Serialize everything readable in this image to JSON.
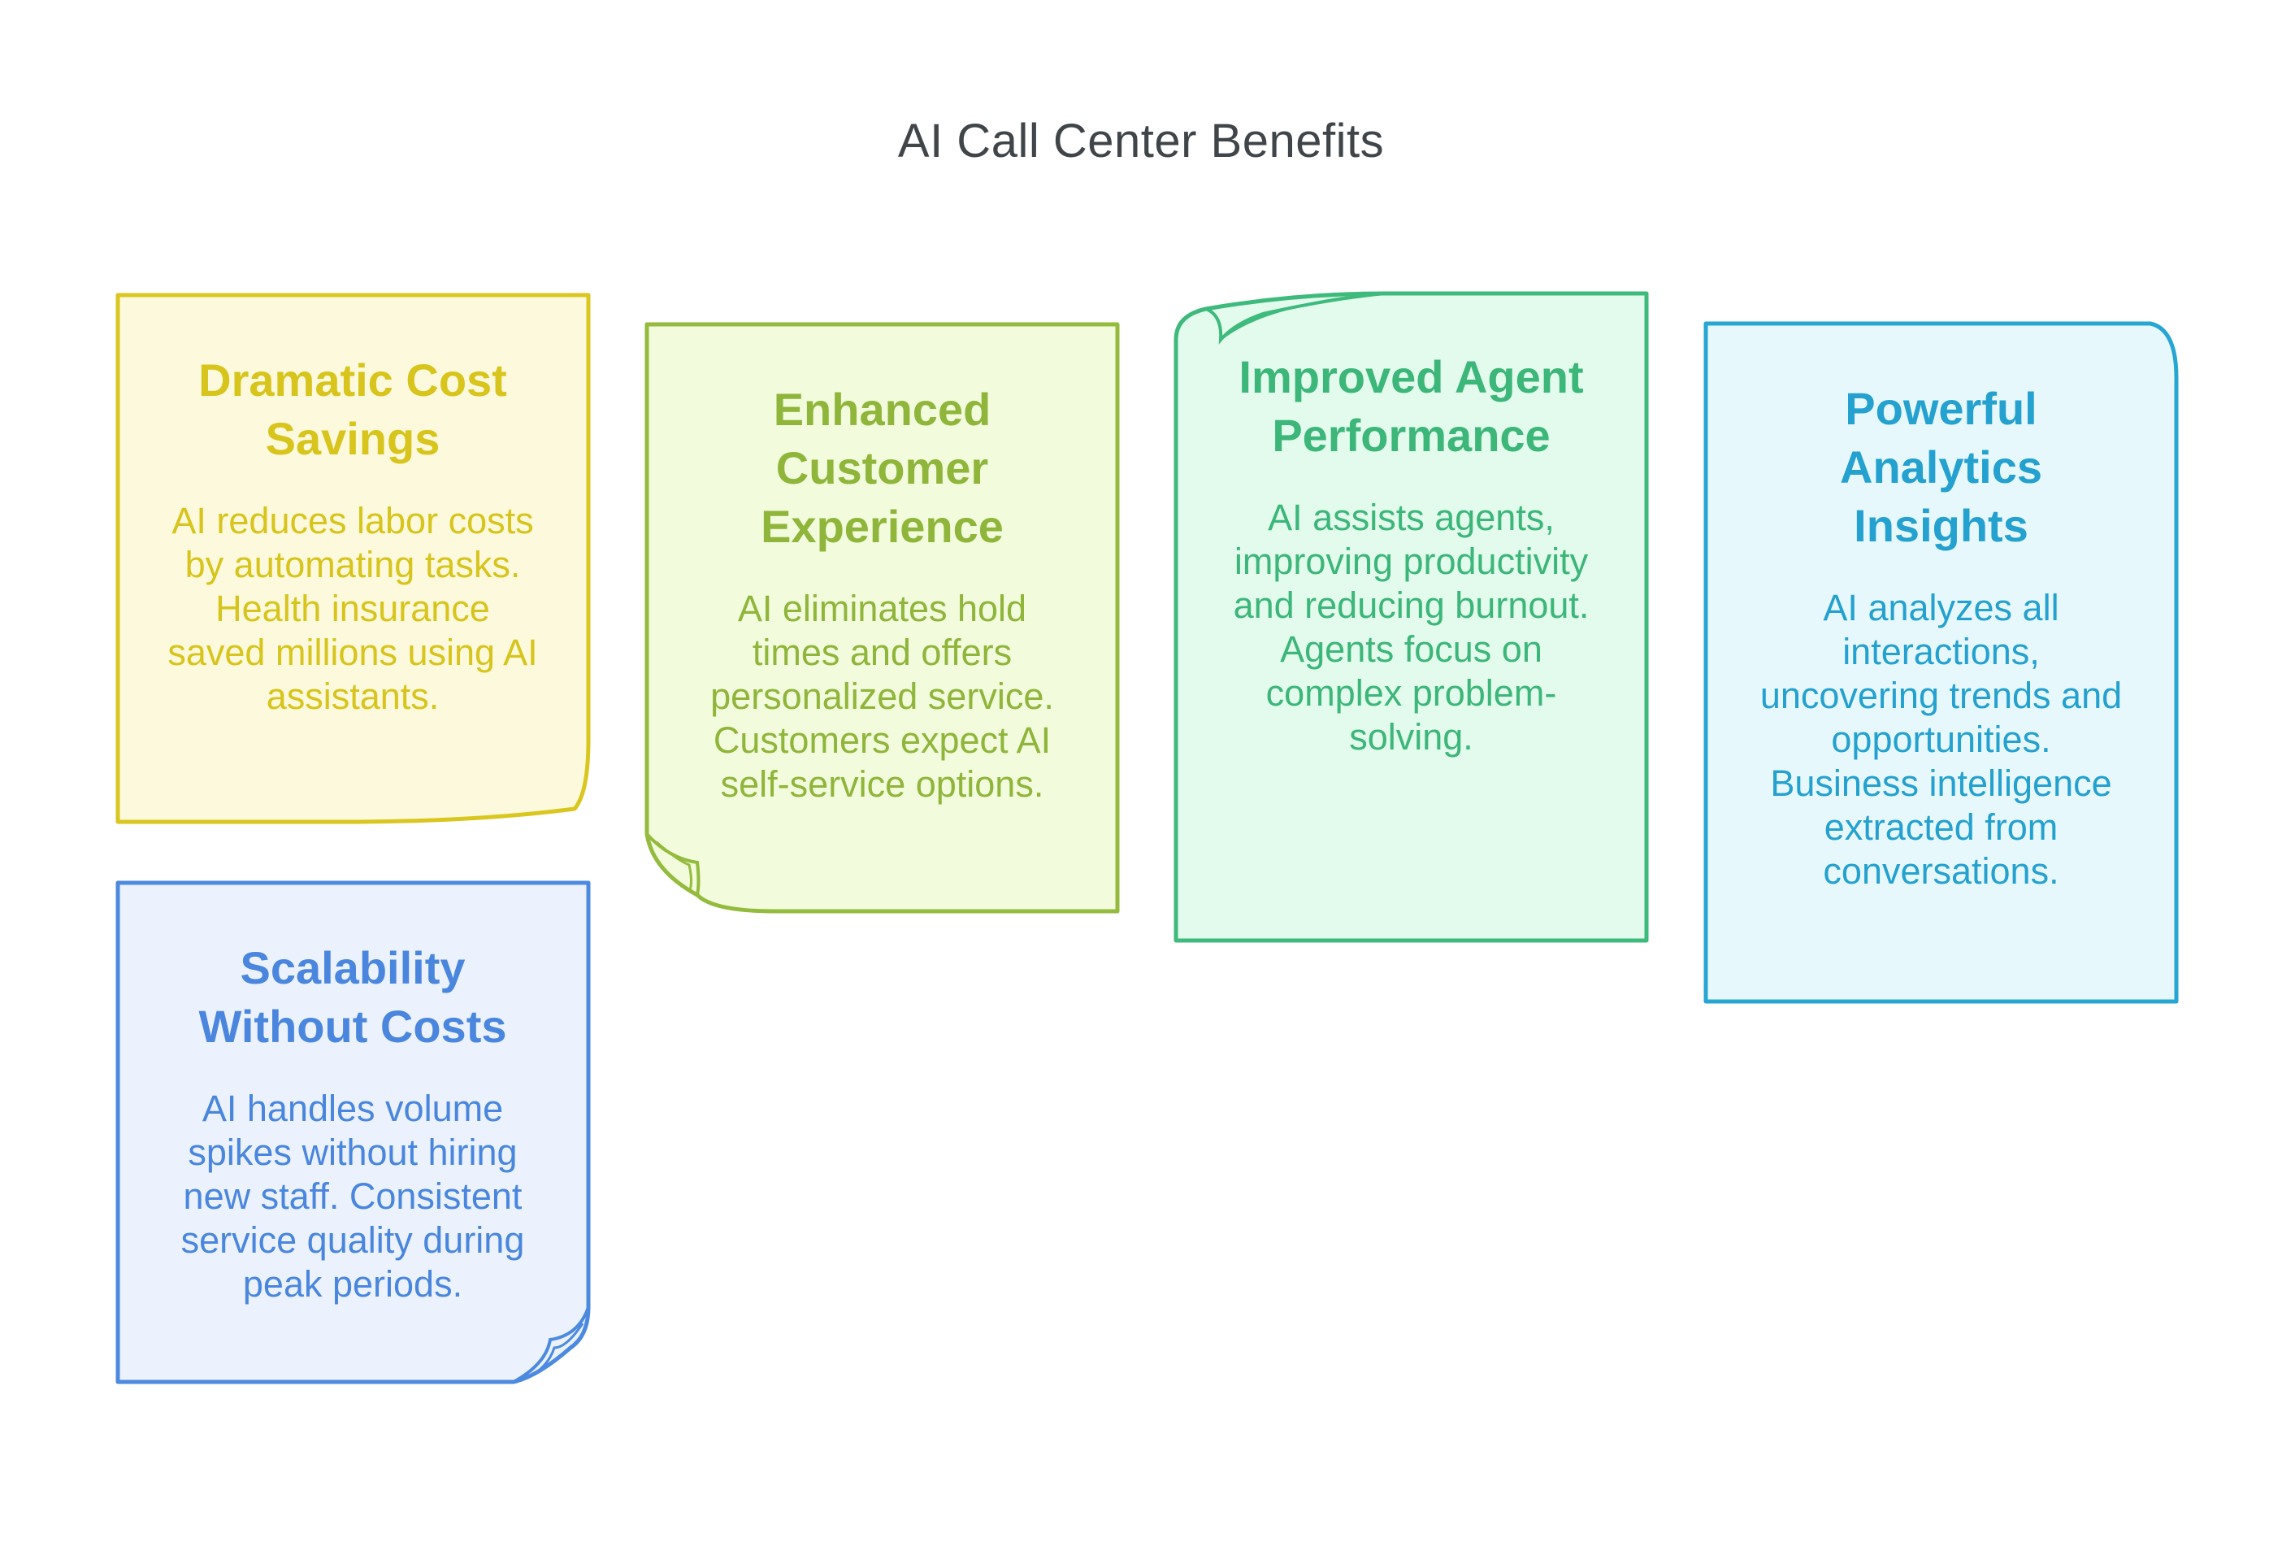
{
  "diagram": {
    "title": "AI Call Center Benefits",
    "notes": [
      {
        "id": "cost",
        "title": "Dramatic Cost Savings",
        "body": "AI reduces labor costs by automating tasks. Health insurance saved millions using AI assistants.",
        "stroke": "#d9c61f",
        "fill": "#fdf9dc"
      },
      {
        "id": "experience",
        "title": "Enhanced Customer Experience",
        "body": "AI eliminates hold times and offers personalized service. Customers expect AI self-service options.",
        "stroke": "#94bb3e",
        "fill": "#f2fbdc"
      },
      {
        "id": "agent",
        "title": "Improved Agent Performance",
        "body": "AI assists agents, improving productivity and reducing burnout. Agents focus on complex problem-solving.",
        "stroke": "#3fba7d",
        "fill": "#e2fbed"
      },
      {
        "id": "analytics",
        "title": "Powerful Analytics Insights",
        "body": "AI analyzes all interactions, uncovering trends and opportunities. Business intelligence extracted from conversations.",
        "stroke": "#27a6d4",
        "fill": "#e7f8fd"
      },
      {
        "id": "scalability",
        "title": "Scalability Without Costs",
        "body": "AI handles volume spikes without hiring new staff. Consistent service quality during peak periods.",
        "stroke": "#4c8ae0",
        "fill": "#ebf2fd"
      }
    ]
  }
}
